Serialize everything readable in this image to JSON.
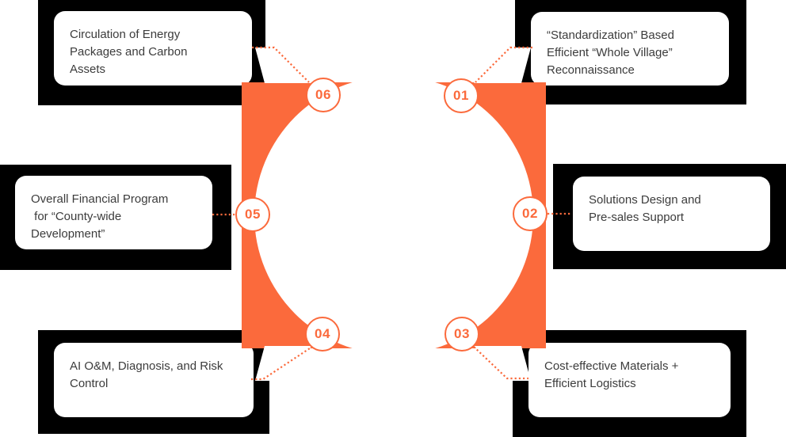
{
  "diagram": {
    "title_hint": "six-step circular process diagram",
    "colors": {
      "accent_orange": "#FB6A3C",
      "shadow_block": "#000000",
      "card_background": "#FFFFFF",
      "card_text": "#3C3C3C"
    },
    "nodes": [
      {
        "label": "01",
        "card_text": "“Standardization” Based\nEfficient “Whole Village”\nReconnaissance"
      },
      {
        "label": "02",
        "card_text": "Solutions Design and\nPre-sales Support"
      },
      {
        "label": "03",
        "card_text": "Cost-effective Materials +\nEfficient Logistics"
      },
      {
        "label": "04",
        "card_text": "AI O&M, Diagnosis, and Risk\nControl"
      },
      {
        "label": "05",
        "card_text": "Overall Financial Program\n for “County-wide\nDevelopment”"
      },
      {
        "label": "06",
        "card_text": "Circulation of Energy\nPackages and Carbon\nAssets"
      }
    ]
  }
}
